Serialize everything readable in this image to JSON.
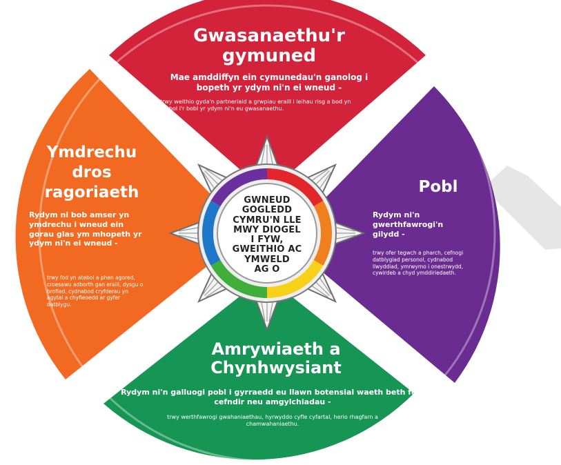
{
  "colors": {
    "top": "#d3233b",
    "left": "#f26a21",
    "right": "#6a2c91",
    "bottom": "#179554",
    "gap": "#ffffff",
    "arrow": "#e6e6e6"
  },
  "segments": {
    "top": {
      "title": "Gwasanaethu'r gymuned",
      "lead": "Mae amddiffyn ein cymunedau'n ganolog i bopeth yr ydym ni'n ei wneud -",
      "detail": "trwy weithio gyda'n partneriaid a grwpiau eraill i leihau risg a bod yn atebol i'r bobl yr ydym ni'n eu gwasanaethu."
    },
    "left": {
      "title": "Ymdrechu dros ragoriaeth",
      "lead": "Rydym ni bob amser yn ymdrechu i wneud ein gorau glas ym mhopeth yr ydym ni'n ei wneud -",
      "detail": "trwy fod yn atebol a phen agored, croesawu adborth gan eraill, dysgu o brofiad, cydnabod cryfderau yn agytal a chyfleoedd ar gyfer datblygu."
    },
    "right": {
      "title": "Pobl",
      "lead": "Rydym ni'n gwerthfawrogi'n gilydd -",
      "detail": "trwy ofer tegwch a pharch, cefnogi datblygiad personol, cydnabod llwyddiad, ymrwymo i onestrwydd, cywirdeb a chyd ymddiriedaeth."
    },
    "bottom": {
      "title": "Amrywiaeth a Chynhwysiant",
      "lead": "Rydym ni'n galluogi pobl i gyrraedd eu llawn botensial waeth beth fo'u cefndir neu amgylchiadau -",
      "detail": "trwy werthfawrogi gwahaniaethau, hyrwyddo cyfle cyfartal, herio rhagfarn a chamwahaniaethu."
    }
  },
  "center": {
    "motto": [
      "GWNEUD",
      "GOGLEDD",
      "CYMRU'N LLE",
      "MWY DIOGEL",
      "I FYW,",
      "GWEITHIO AC",
      "YMWELD",
      "AG O"
    ]
  }
}
